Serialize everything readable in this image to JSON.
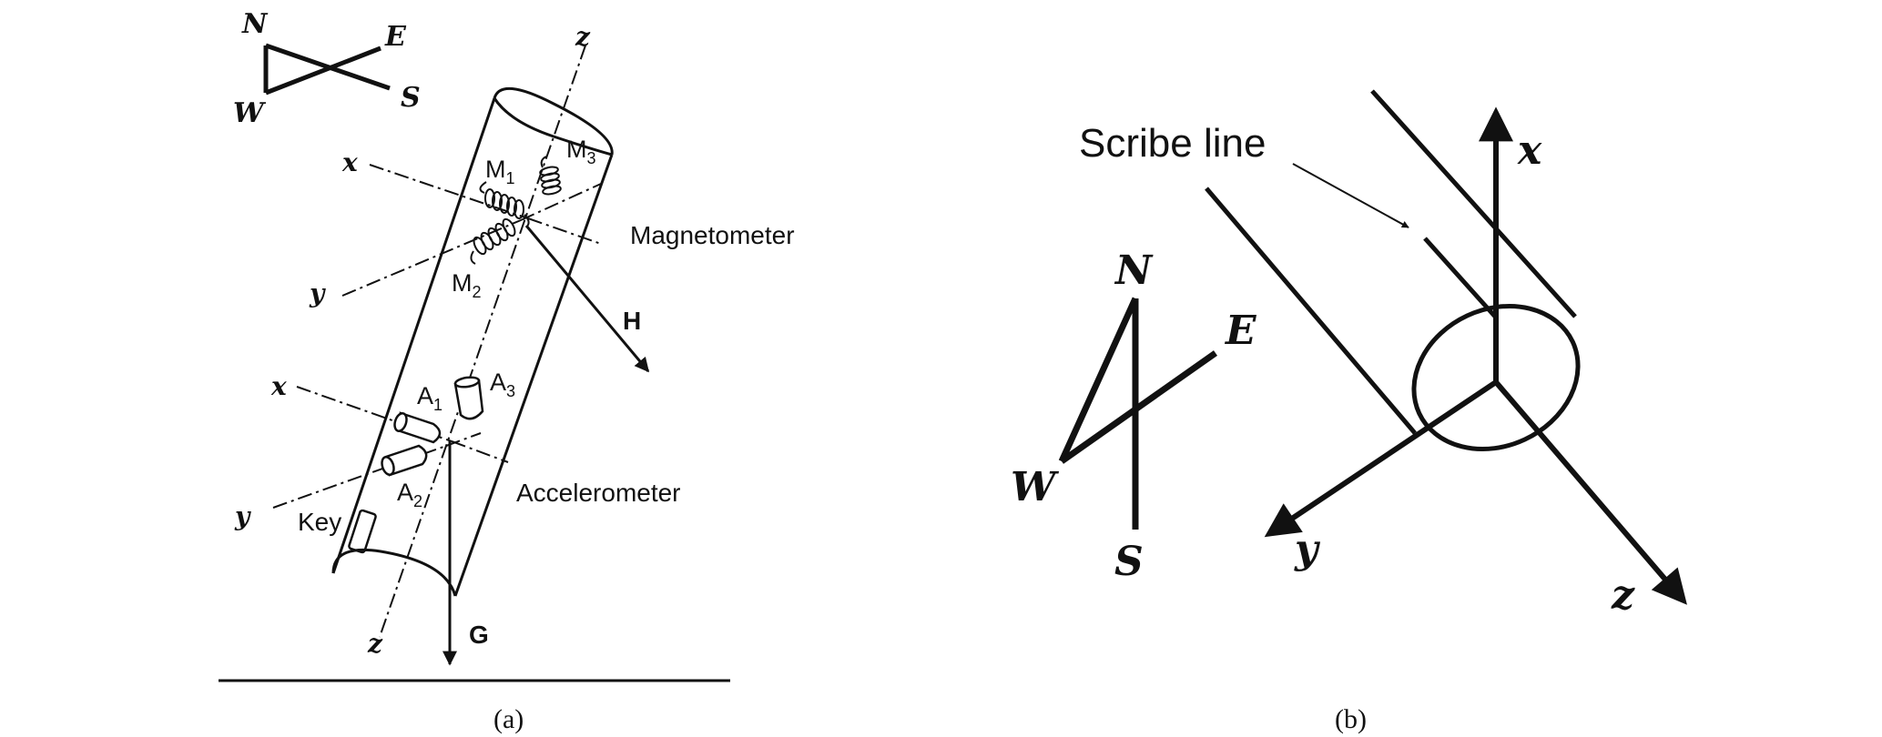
{
  "panel_a": {
    "caption": "(a)",
    "compass": {
      "n": "N",
      "e": "E",
      "w": "W",
      "s": "S"
    },
    "axes": {
      "z_top": "z",
      "z_bottom": "z",
      "x_mag": "x",
      "y_mag": "y",
      "x_acc": "x",
      "y_acc": "y"
    },
    "sensors": {
      "m1": "M",
      "m1_sub": "1",
      "m2": "M",
      "m2_sub": "2",
      "m3": "M",
      "m3_sub": "3",
      "a1": "A",
      "a1_sub": "1",
      "a2": "A",
      "a2_sub": "2",
      "a3": "A",
      "a3_sub": "3"
    },
    "labels": {
      "magnetometer": "Magnetometer",
      "accelerometer": "Accelerometer",
      "key": "Key",
      "h": "H",
      "g": "G"
    }
  },
  "panel_b": {
    "caption": "(b)",
    "scribe_line": "Scribe line",
    "compass": {
      "n": "N",
      "e": "E",
      "w": "W",
      "s": "S"
    },
    "axes": {
      "x": "x",
      "y": "y",
      "z": "z"
    }
  },
  "colors": {
    "ink": "#111111",
    "background": "#ffffff"
  }
}
